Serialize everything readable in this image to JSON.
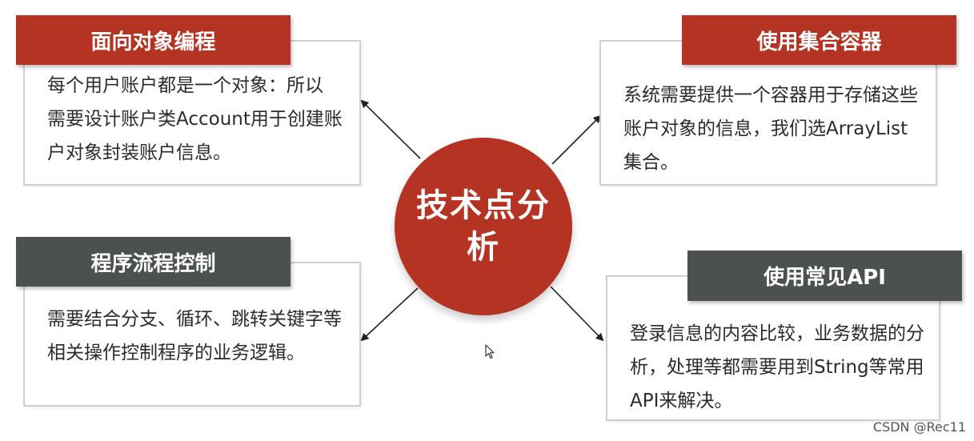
{
  "center": {
    "title": "技术点分析"
  },
  "nodes": {
    "oop": {
      "title": "面向对象编程",
      "text": " 每个用户账户都是一个对象：所以\n需要设计账户类Account用于创建账\n户对象封装账户信息。"
    },
    "flow": {
      "title": "程序流程控制",
      "text": "需要结合分支、循环、跳转关键字等\n相关操作控制程序的业务逻辑。"
    },
    "container": {
      "title": "使用集合容器",
      "text": "系统需要提供一个容器用于存储这些\n账户对象的信息，我们选ArrayList\n集合。"
    },
    "api": {
      "title": "使用常见API",
      "text": "登录信息的内容比较，业务数据的分\n析，处理等都需要用到String等常用\nAPI来解决。"
    }
  },
  "colors": {
    "red": "#b53323",
    "gray": "#4b5150",
    "border": "#cfcfcf"
  },
  "watermark": "CSDN @Rec11"
}
